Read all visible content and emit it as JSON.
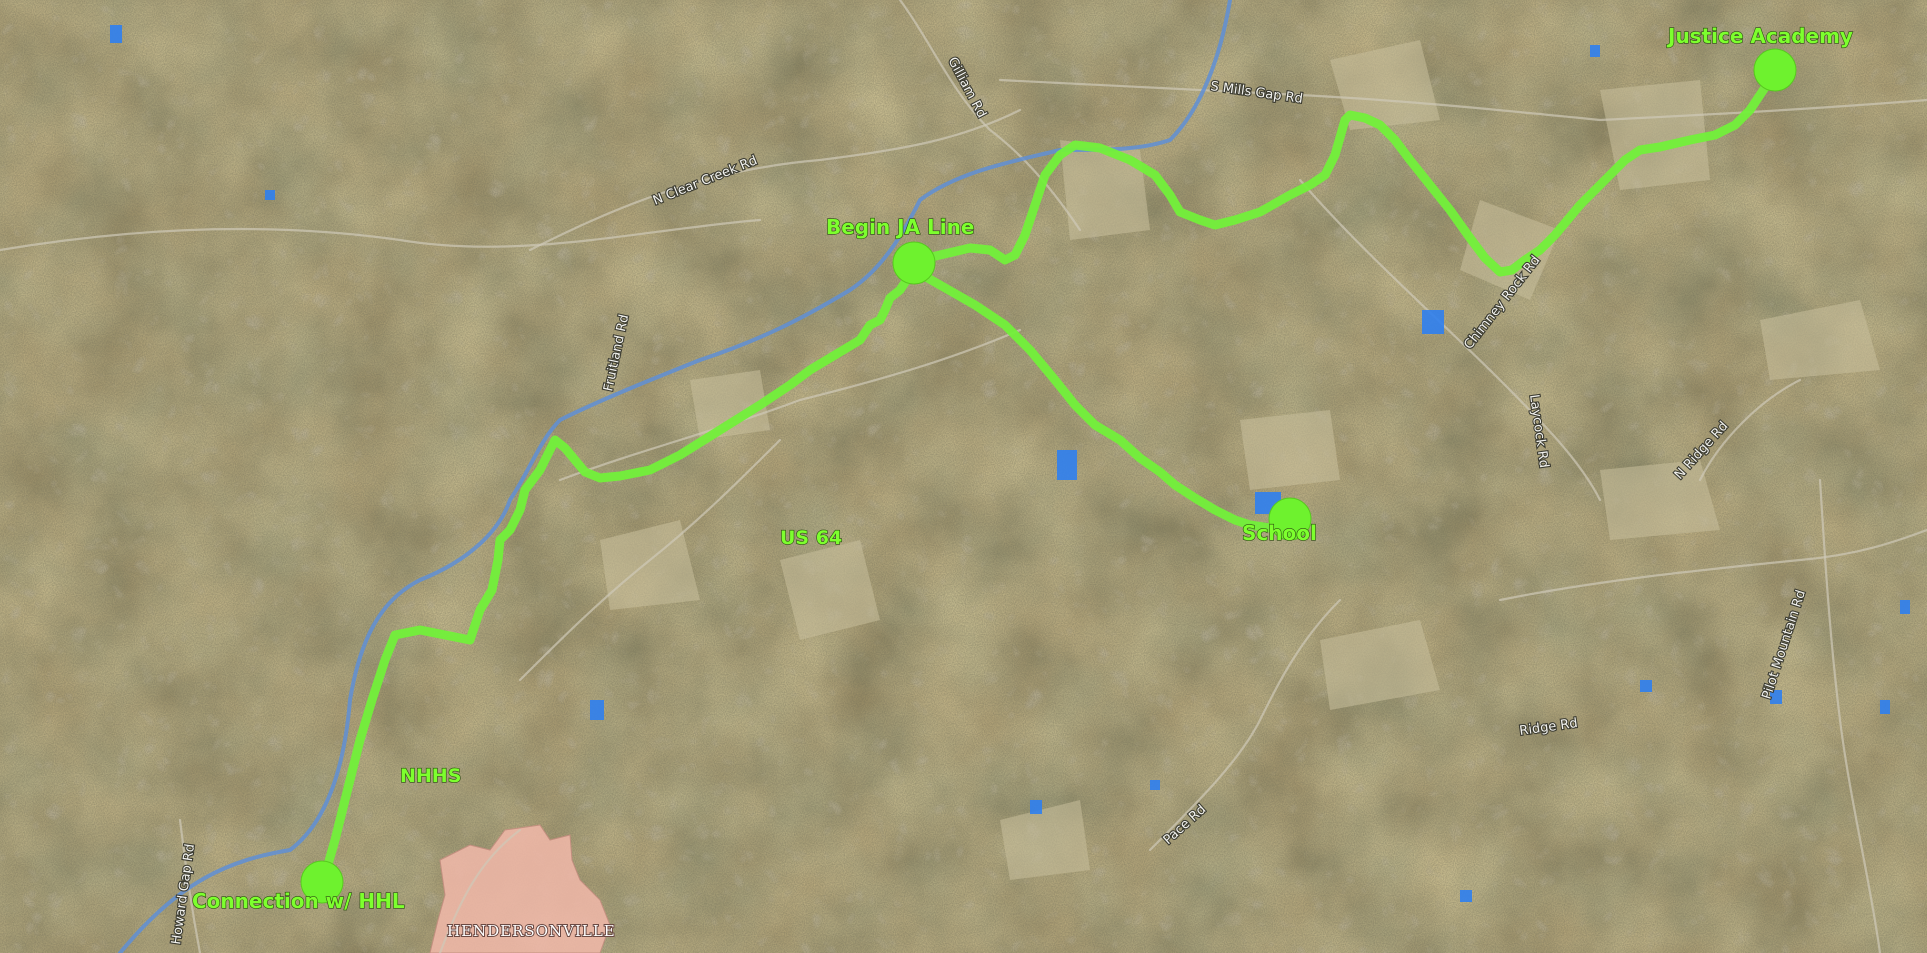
{
  "map": {
    "colors": {
      "route": "#72f03a",
      "label": "#7dff2e",
      "stream": "#5f8fd6",
      "pond": "#2f7ff0",
      "city_fill": "#f2b9aa",
      "terrain": "#6b5a3a"
    },
    "poi_labels": {
      "justice_academy": "Justice Academy",
      "begin_ja_line": "Begin JA Line",
      "school": "School",
      "connection": "Connection w/ HHL",
      "nhhs": "NHHS",
      "us64": "US 64"
    },
    "place_labels": {
      "hendersonville": "HENDERSONVILLE"
    },
    "road_labels": {
      "s_mills_gap": "S Mills Gap Rd",
      "gilliam": "Gilliam Rd",
      "n_clear_creek": "N Clear Creek Rd",
      "fruitland": "Fruitland Rd",
      "chimney_rock": "Chimney Rock Rd",
      "laycock": "Laycock Rd",
      "n_ridge": "N Ridge Rd",
      "pilot_mountain": "Pilot Mountain Rd",
      "ridge": "Ridge Rd",
      "pace": "Pace Rd",
      "howard_gap": "Howard Gap Rd"
    }
  }
}
